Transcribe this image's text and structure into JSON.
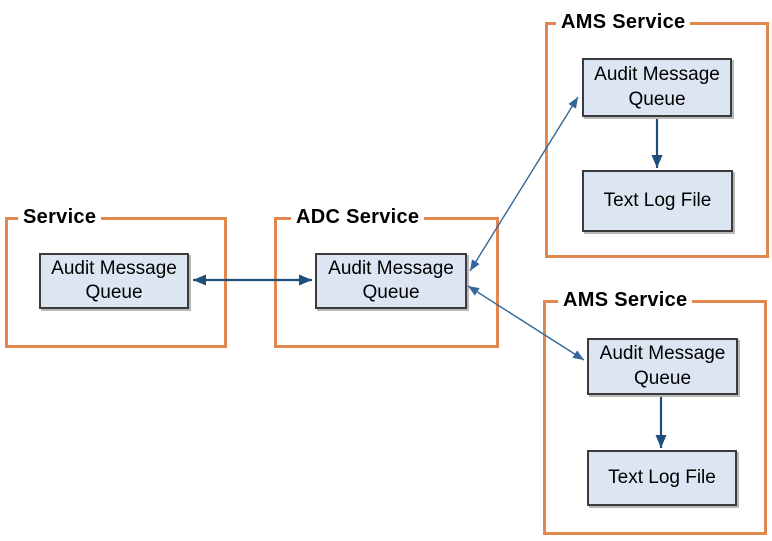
{
  "diagram": {
    "kind": "service-audit-message-flow",
    "containers": {
      "service": {
        "title": "Service",
        "queue_label": "Audit Message Queue"
      },
      "adc": {
        "title": "ADC Service",
        "queue_label": "Audit Message Queue"
      },
      "ams_top": {
        "title": "AMS Service",
        "queue_label": "Audit Message Queue",
        "log_label": "Text Log File"
      },
      "ams_bottom": {
        "title": "AMS Service",
        "queue_label": "Audit Message Queue",
        "log_label": "Text Log File"
      }
    },
    "edges": [
      {
        "from": "service.queue",
        "to": "adc.queue",
        "direction": "both"
      },
      {
        "from": "adc.queue",
        "to": "ams_top.queue",
        "direction": "both"
      },
      {
        "from": "adc.queue",
        "to": "ams_bottom.queue",
        "direction": "both"
      },
      {
        "from": "ams_top.queue",
        "to": "ams_top.log",
        "direction": "one-way"
      },
      {
        "from": "ams_bottom.queue",
        "to": "ams_bottom.log",
        "direction": "one-way"
      }
    ],
    "colors": {
      "container_border": "#E2874E",
      "node_fill": "#DCE6F2",
      "node_border": "#3B3B3B",
      "arrow_primary": "#1F4E79",
      "arrow_diagonal": "#336699",
      "text": "#000000",
      "background": "#FFFFFF"
    }
  }
}
